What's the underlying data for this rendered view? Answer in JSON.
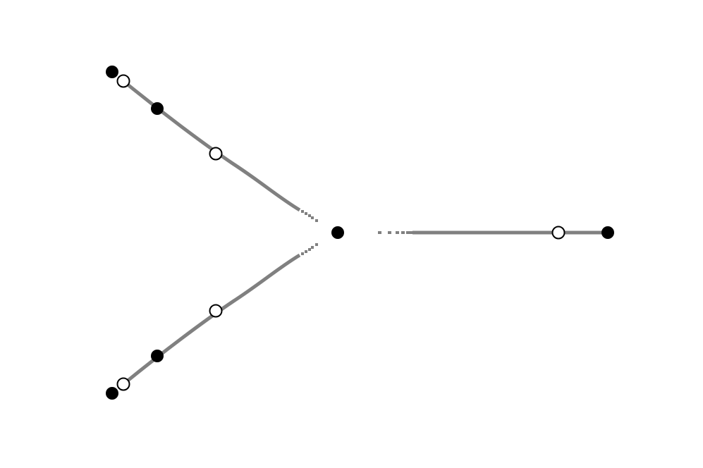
{
  "colors": {
    "background": "#ffffff",
    "curve": "#808080",
    "filled_marker": "#000000",
    "open_marker_fill": "#ffffff",
    "open_marker_stroke": "#000000"
  },
  "diagram": {
    "description_visible_text": "",
    "branches": [
      {
        "id": "upper-left",
        "markers": [
          "filled",
          "open",
          "filled",
          "open"
        ]
      },
      {
        "id": "lower-left",
        "markers": [
          "filled",
          "open",
          "filled",
          "open"
        ]
      },
      {
        "id": "right",
        "markers": [
          "open",
          "filled"
        ]
      }
    ],
    "center_marker": "filled"
  }
}
